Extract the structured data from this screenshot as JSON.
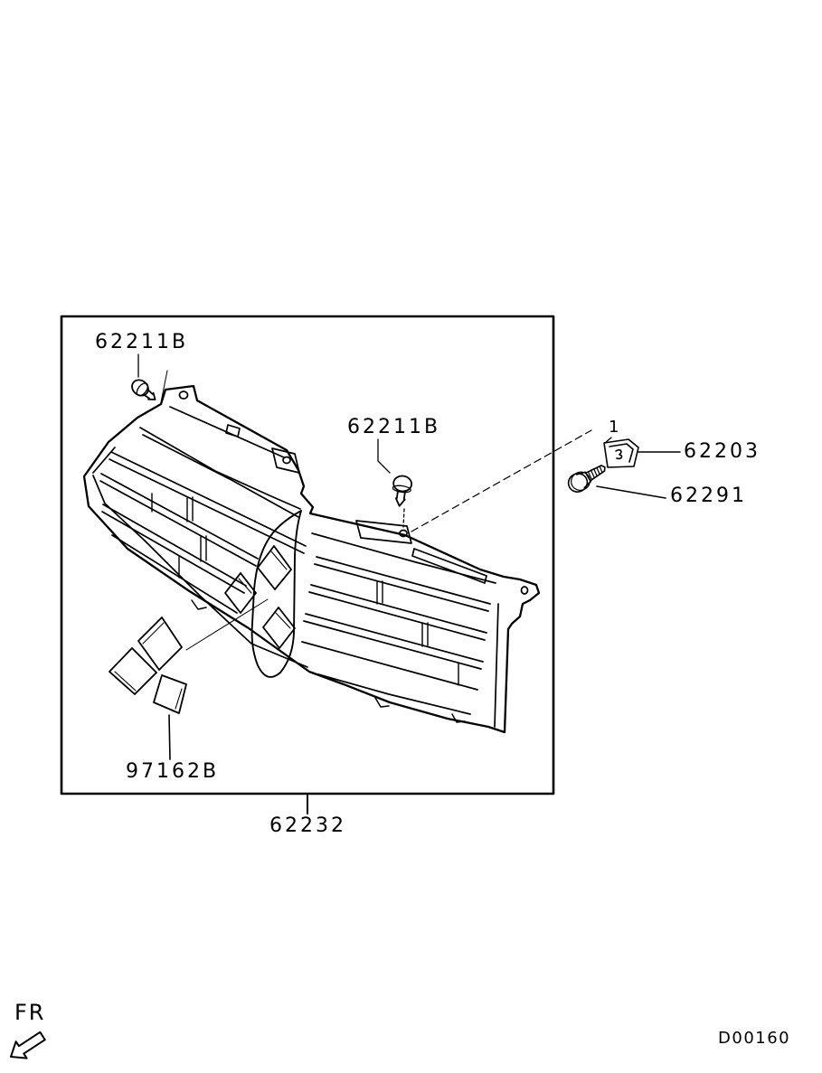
{
  "part_labels": {
    "clip_top_left": "62211B",
    "clip_center": "62211B",
    "mount_bracket": "62203",
    "bolt": "62291",
    "emblem": "97162B",
    "grille_assembly": "62232"
  },
  "reference_marker": "1",
  "footer": {
    "direction_indicator": "FR",
    "drawing_code": "D00160"
  },
  "colors": {
    "line": "#000000",
    "background": "#ffffff"
  }
}
